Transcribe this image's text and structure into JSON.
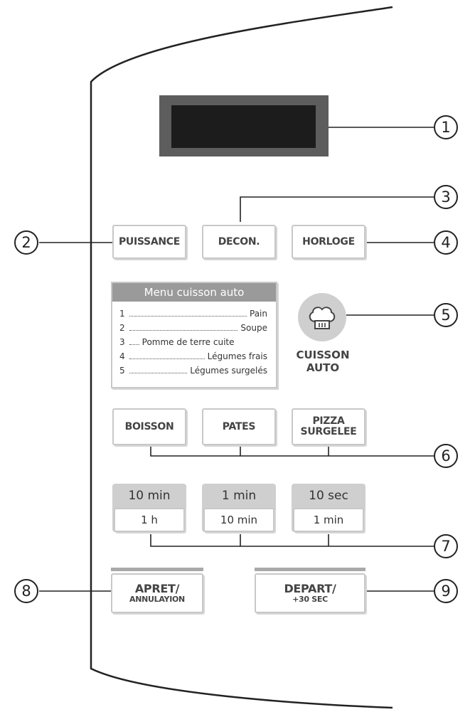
{
  "buttons": {
    "puissance": "PUISSANCE",
    "decon": "DECON.",
    "horloge": "HORLOGE",
    "boisson": "BOISSON",
    "pates": "PATES",
    "pizza_line1": "PIZZA",
    "pizza_line2": "SURGELEE",
    "arret_line1": "APRET/",
    "arret_line2": "ANNULAYION",
    "depart_line1": "DEPART/",
    "depart_line2": "+30 SEC"
  },
  "time_buttons": [
    {
      "top": "10 min",
      "bottom": "1 h"
    },
    {
      "top": "1 min",
      "bottom": "10 min"
    },
    {
      "top": "10 sec",
      "bottom": "1 min"
    }
  ],
  "menu": {
    "title": "Menu cuisson auto",
    "items": [
      {
        "num": "1",
        "label": "Pain"
      },
      {
        "num": "2",
        "label": "Soupe"
      },
      {
        "num": "3",
        "label": "Pomme de terre cuite"
      },
      {
        "num": "4",
        "label": "Légumes frais"
      },
      {
        "num": "5",
        "label": "Légumes surgelés"
      }
    ]
  },
  "auto_cook": {
    "icon": "chef-hat-icon",
    "label_line1": "CUISSON",
    "label_line2": "AUTO"
  },
  "callouts": [
    "1",
    "2",
    "3",
    "4",
    "5",
    "6",
    "7",
    "8",
    "9"
  ]
}
